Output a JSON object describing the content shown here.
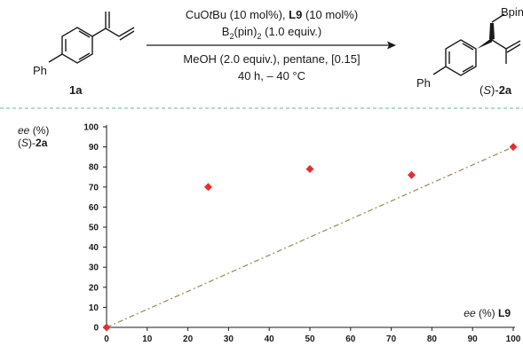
{
  "scheme": {
    "conditions_line1": {
      "pre": "CuO",
      "tBu_t": "t",
      "tBu_rest": "Bu (10 mol%), ",
      "ligand": "L9",
      "post": " (10 mol%)"
    },
    "conditions_line2": {
      "pre": "B",
      "sub": "2",
      "mid": "(pin)",
      "sub2": "2",
      "post": " (1.0 equiv.)"
    },
    "conditions_line3": "MeOH (2.0 equiv.), pentane, [0.15]",
    "conditions_line4": "40 h, – 40 °C",
    "reactant": {
      "label": "1a",
      "substituent": "Ph"
    },
    "product": {
      "label_prefix": "(",
      "label_S": "S",
      "label_mid": ")-",
      "label_id": "2a",
      "substituent": "Ph",
      "group": "Bpin"
    }
  },
  "chart_data": {
    "type": "scatter",
    "xlabel": {
      "ee": "ee",
      "unit": " (%) ",
      "ligand": "L9"
    },
    "ylabel": {
      "line1_ee": "ee",
      "line1_unit": " (%)",
      "line2_pre": "(",
      "line2_S": "S",
      "line2_mid": ")-",
      "line2_id": "2a"
    },
    "xlim": [
      0,
      100
    ],
    "ylim": [
      0,
      100
    ],
    "xticks": [
      0,
      10,
      20,
      30,
      40,
      50,
      60,
      70,
      80,
      90,
      100
    ],
    "yticks": [
      0,
      10,
      20,
      30,
      40,
      50,
      60,
      70,
      80,
      90,
      100
    ],
    "points": [
      {
        "x": 0,
        "y": 0
      },
      {
        "x": 25,
        "y": 70
      },
      {
        "x": 50,
        "y": 79
      },
      {
        "x": 75,
        "y": 76
      },
      {
        "x": 100,
        "y": 90
      }
    ],
    "reference_line": {
      "from": [
        0,
        0
      ],
      "to": [
        100,
        90
      ],
      "style": "dash-dot"
    },
    "grid": false,
    "colors": {
      "marker": "#e03030",
      "reference_line": "#a09060",
      "divider": "#6ab5a0"
    }
  }
}
